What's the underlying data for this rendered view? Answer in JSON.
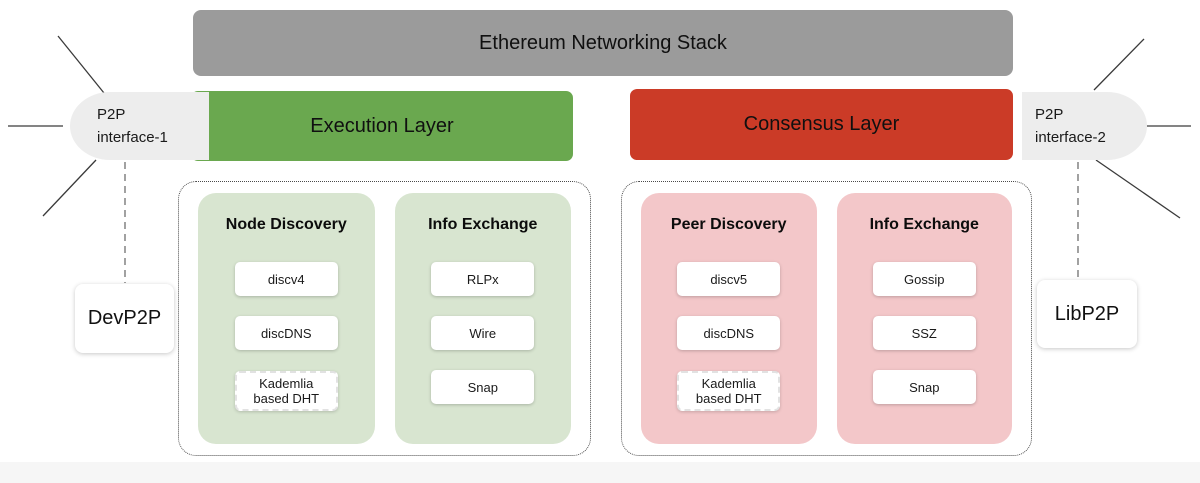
{
  "title_bar": {
    "label": "Ethereum Networking Stack",
    "color": "#9b9b9b"
  },
  "layers": {
    "execution": {
      "label": "Execution Layer",
      "color": "#6aa84f"
    },
    "consensus": {
      "label": "Consensus Layer",
      "color": "#cb3b27"
    }
  },
  "interfaces": {
    "left": {
      "name_line1": "P2P",
      "name_line2": "interface-1",
      "protocol": "DevP2P"
    },
    "right": {
      "name_line1": "P2P",
      "name_line2": "interface-2",
      "protocol": "LibP2P"
    }
  },
  "execution_stack": {
    "accent_color": "#d8e5d0",
    "columns": [
      {
        "header": "Node Discovery",
        "items": [
          "discv4",
          "discDNS",
          "Kademlia based DHT"
        ]
      },
      {
        "header": "Info Exchange",
        "items": [
          "RLPx",
          "Wire",
          "Snap"
        ]
      }
    ]
  },
  "consensus_stack": {
    "accent_color": "#f3c7c9",
    "columns": [
      {
        "header": "Peer Discovery",
        "items": [
          "discv5",
          "discDNS",
          "Kademlia based DHT"
        ]
      },
      {
        "header": "Info Exchange",
        "items": [
          "Gossip",
          "SSZ",
          "Snap"
        ]
      }
    ]
  }
}
